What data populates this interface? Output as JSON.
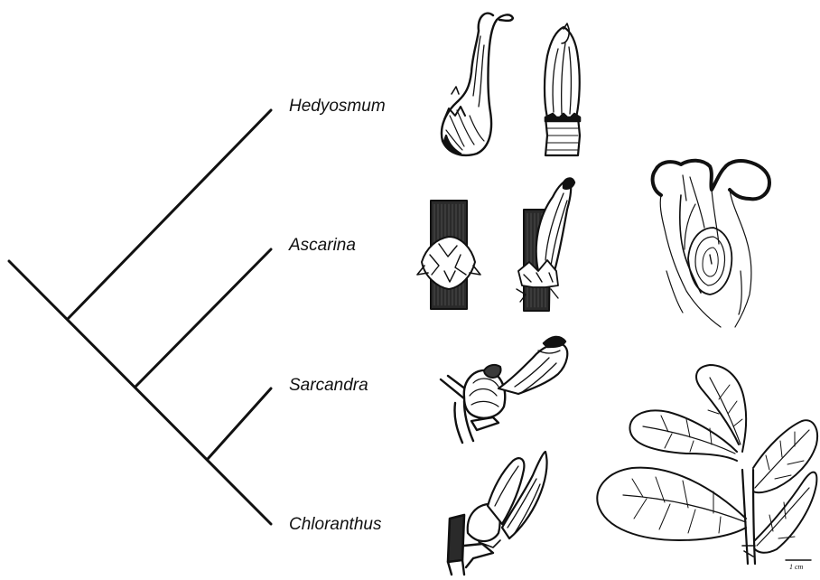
{
  "taxa": [
    {
      "id": "hedyosmum",
      "label": "Hedyosmum"
    },
    {
      "id": "ascarina",
      "label": "Ascarina"
    },
    {
      "id": "sarcandra",
      "label": "Sarcandra"
    },
    {
      "id": "chloranthus",
      "label": "Chloranthus"
    }
  ],
  "scale_bar": {
    "label": "1 cm"
  },
  "colors": {
    "ink": "#111111",
    "paper": "#ffffff"
  }
}
